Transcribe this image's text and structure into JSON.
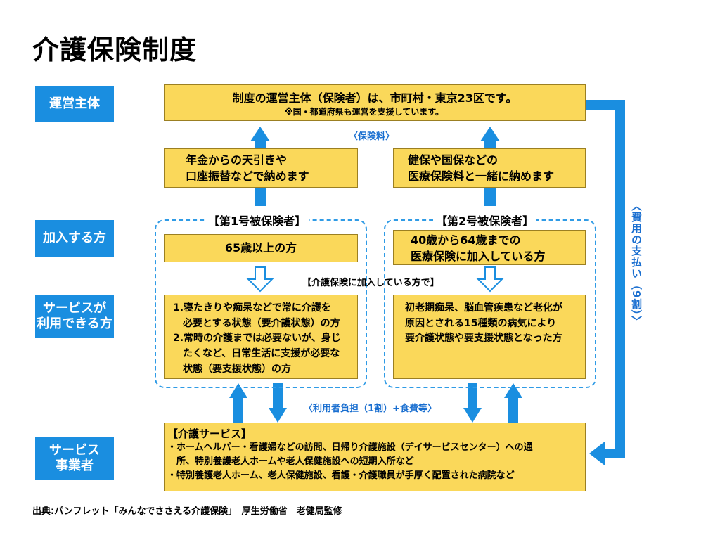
{
  "title": "介護保険制度",
  "side_labels": {
    "operator": "運営主体",
    "enrollees": "加入する方",
    "service_users": "サービスが\n利用できる方",
    "providers": "サービス\n事業者"
  },
  "operator_box": {
    "line1": "制度の運営主体（保険者）は、市町村・東京23区です。",
    "line2": "※国・都道府県も運営を支援しています。"
  },
  "premium_label": "〈保険料〉",
  "payment_left": "年金からの天引きや\n口座振替などで納めます",
  "payment_right": "健保や国保などの\n医療保険料と一緒に納めます",
  "group1_label": "【第1号被保険者】",
  "group2_label": "【第2号被保険者】",
  "group1_box": "65歳以上の方",
  "group2_box": "40歳から64歳までの\n医療保険に加入している方",
  "insured_note": "【介護保険に加入している方で】",
  "eligible_left": "1.寝たきりや痴呆などで常に介護を\n　必要とする状態（要介護状態）の方\n2.常時の介護までは必要ないが、身じ\n　たくなど、日常生活に支援が必要な\n　状態（要支援状態）の方",
  "eligible_right": "初老期痴呆、脳血管疾患など老化が\n原因とされる15種類の病気により\n要介護状態や要支援状態となった方",
  "copay_label": "〈利用者負担（1割）+食費等〉",
  "cost_note": "〈費用の支払い（9割）〉",
  "services": {
    "heading": "【介護サービス】",
    "body": "・ホームヘルパー・看護婦などの訪問、日帰り介護施設（デイサービスセンター）への通\n　所、特別養護老人ホームや老人保健施設への短期入所など\n・特別養護老人ホーム、老人保健施設、看護・介護職員が手厚く配置された病院など"
  },
  "footer": "出典:パンフレット「みんなでささえる介護保険」　厚生労働省　老健局監修",
  "colors": {
    "side_label_bg": "#1a8ee0",
    "box_fill": "#fad85a",
    "accent_text": "#1a6fd0",
    "dashed_border": "#2f9be6"
  }
}
